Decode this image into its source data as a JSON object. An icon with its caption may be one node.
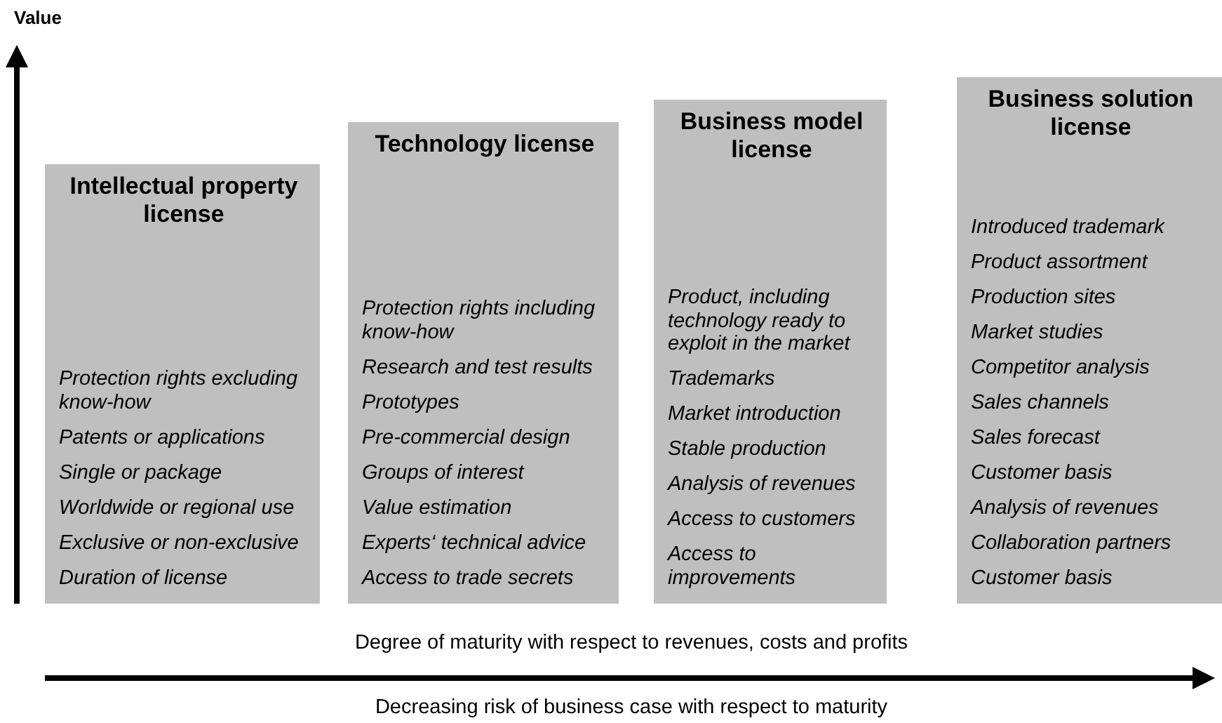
{
  "diagram": {
    "nodes": [
      {
        "text": [
          "Intellectual property license",
          "Protection rights excluding know-how",
          "Patents or applications",
          "Single or package",
          "Worldwide or regional use",
          "Exclusive or non-exclusive",
          "Duration of license"
        ]
      },
      {
        "text": [
          "Technology license",
          "Protection rights including know-how",
          "Research and test results",
          "Prototypes",
          "Pre-commercial design",
          "Groups of interest",
          "Value estimation",
          "Experts‘ technical advice",
          "Access to trade secrets"
        ]
      },
      {
        "text": [
          "Business model license",
          "Product, including technology ready to exploit in the market",
          "Trademarks",
          "Market introduction",
          "Stable production",
          "Analysis of revenues",
          "Access to customers",
          "Access to improvements"
        ]
      },
      {
        "text": [
          "Business solution license",
          "Introduced trademark",
          "Product assortment",
          "Production sites",
          "Market studies",
          "Competitor analysis",
          "Sales channels",
          "Sales forecast",
          "Customer basis",
          "Analysis of revenues",
          "Collaboration partners",
          "Customer basis"
        ]
      }
    ],
    "edges": [],
    "labels": [
      "Value",
      "Degree of maturity with respect to revenues, costs and profits",
      "Decreasing risk of business case with respect to maturity"
    ]
  }
}
